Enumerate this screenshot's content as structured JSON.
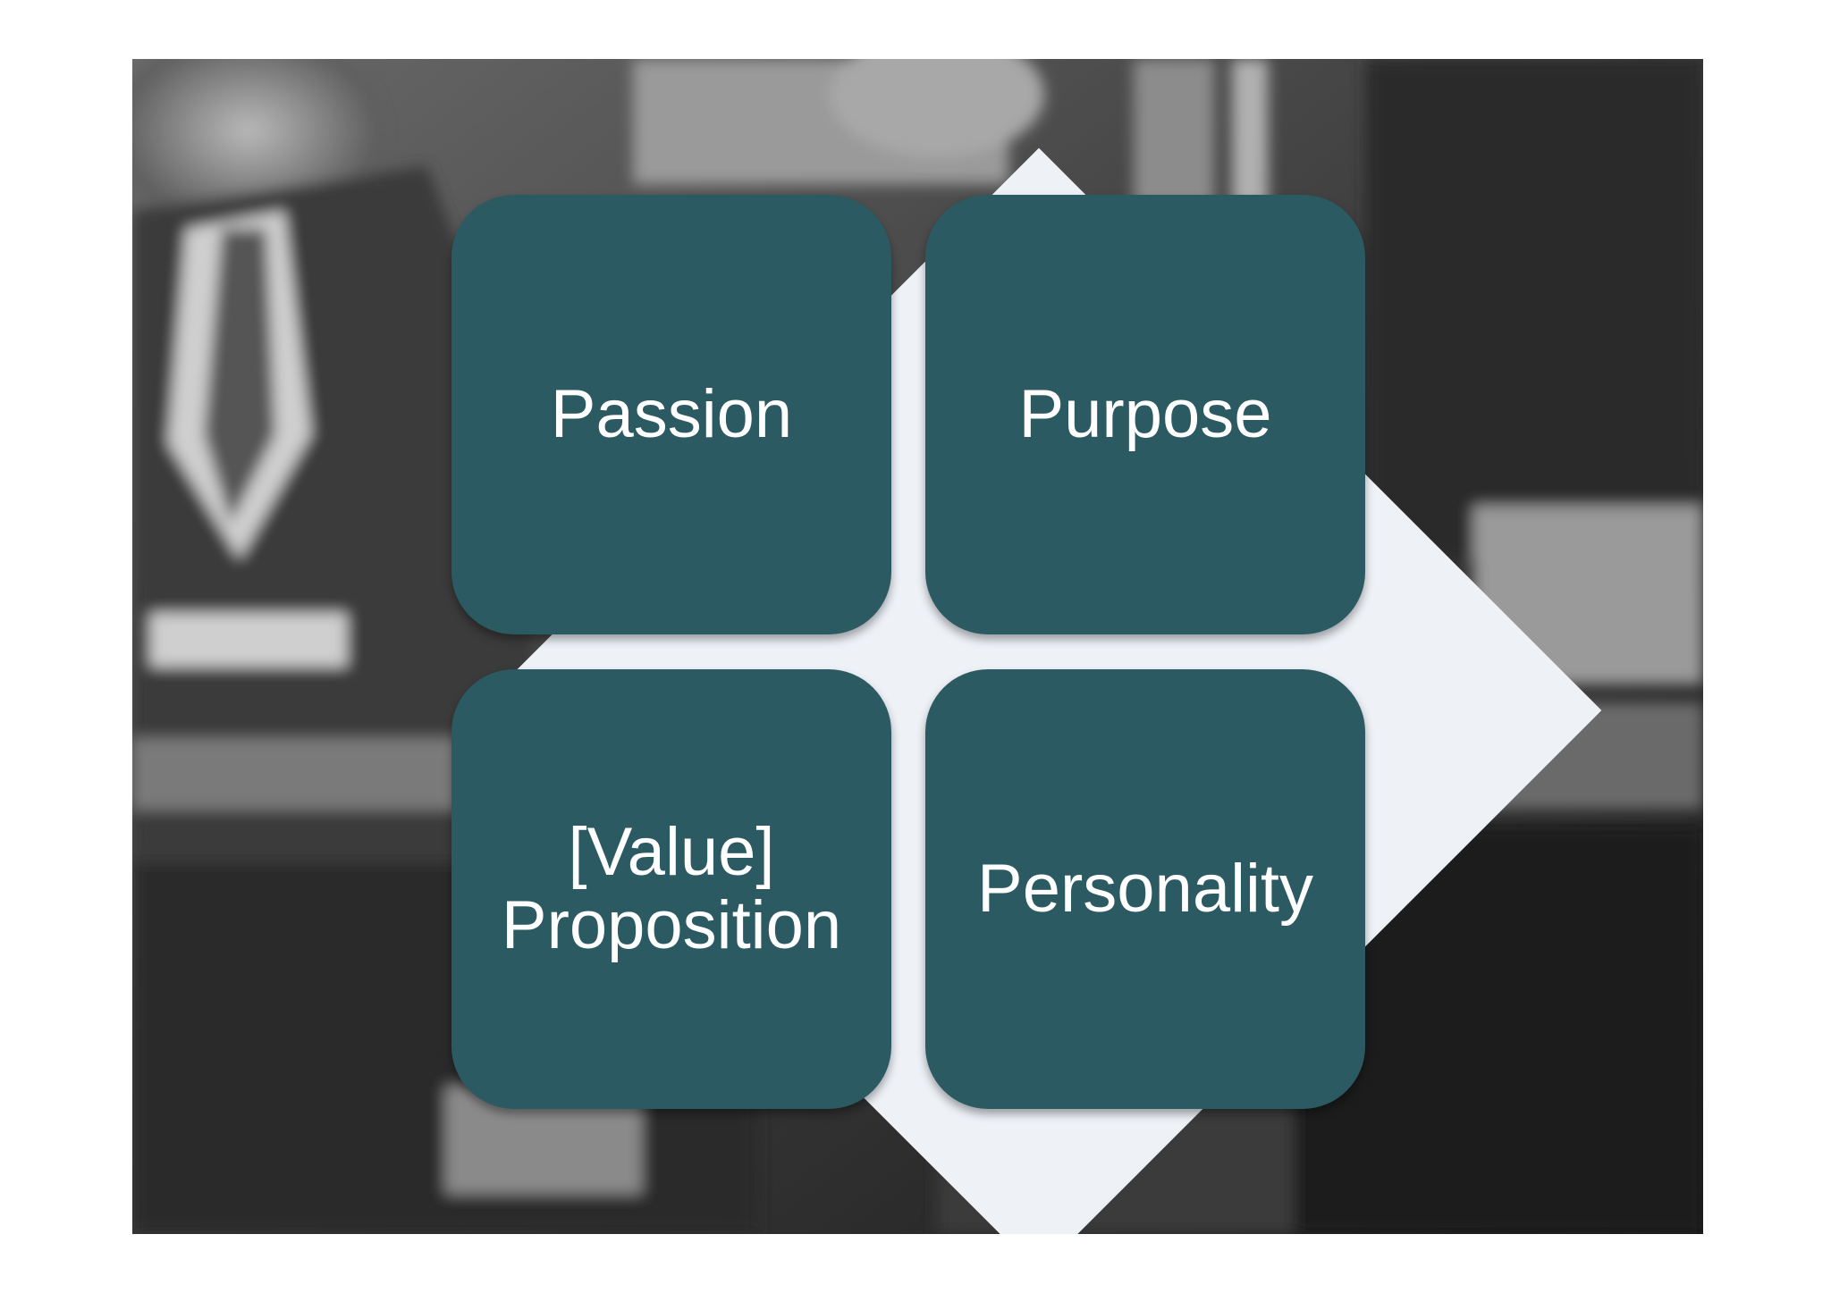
{
  "diagram": {
    "quadrants": [
      {
        "label": "Passion"
      },
      {
        "label": "Purpose"
      },
      {
        "label": "[Value] Proposition"
      },
      {
        "label": "Personality"
      }
    ]
  },
  "colors": {
    "quadrant_fill": "#2c5a62",
    "diamond_fill": "#eef2f7",
    "label_text": "#ffffff"
  }
}
